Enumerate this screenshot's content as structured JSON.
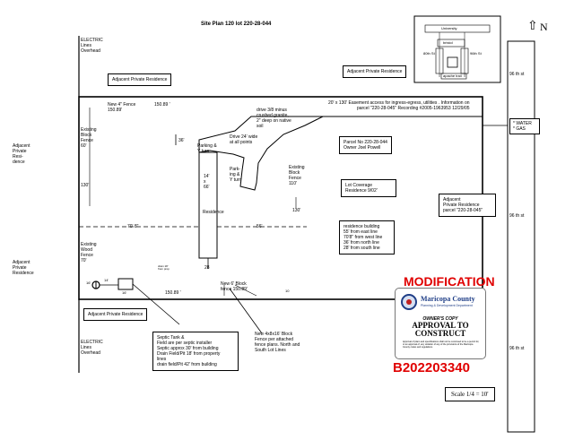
{
  "title": "Site Plan 120 lot 220-28-044",
  "north": {
    "arrow": "⇧",
    "label": "N"
  },
  "vicinity": {
    "top": "University",
    "middle": "bristol",
    "left_road": "80th St",
    "right_road": "96th St",
    "bottom": "apache trail"
  },
  "electric_top": "ELECTRIC\nLines\nOverhead",
  "electric_bottom": "ELECTRIC\nLines\nOverhead",
  "adjacent": {
    "top_left": "Adjacent Private Residence",
    "top_right": "Adjacent Private Residence",
    "left_upper": "Adjacent\nPrivate\nResi-\ndence",
    "left_lower": "Adjacent\nPrivate\nResidence",
    "bottom_left": "Adjacent Private Residence",
    "right": "Adjacent\nPrivate Residence\nparcel \"220-28-045\""
  },
  "street": {
    "s1": "96 th st",
    "s2": "96 th st",
    "s3": "96 th st"
  },
  "utilities": "* WATER\n* GAS",
  "easement": "20' x 130' Easement access for ingress-egress, utilities . Information on\nparcel \"220-28-045\" Recording #2005-1963953 12/29/05",
  "fence_top": "New 4\" Fence\n150.89'",
  "dim_top": "150.89 '",
  "drive_surface": "drive 3/8 minus\ncrushed granite,\n2\" deep on native\nsoil",
  "drive_width": "Drive 24' wide\nat all points",
  "parking1": "Parking &\nY turn",
  "parking2": "Park-\ning &\nY turn",
  "dim_36": "36'",
  "existing_left": "Existing\nBlock\nFence\n60'",
  "existing_right": "Existing\nBlock\nFence\n110'",
  "existing_wood": "Existing\nWood\nFence\n70'",
  "dim_130_left": "130'",
  "dim_130_right": "130'",
  "residence_dims": "14'\nx\n66'",
  "residence": "Residence",
  "dim_70": "70' 8\"",
  "dim_56": "56'",
  "dim_28": "28",
  "dim_bottom": "150.89 '",
  "dim_14": "14'",
  "dim_16a": "16'",
  "dim_16b": "16'",
  "dim_10": "10",
  "tiny_note": "drain 18'\nfrom prop",
  "parcel": "Parcel No 220-28-044\nOwner Joel Powell",
  "coverage": "Lot Coverage\nResidence 9/02'",
  "setbacks": "residence building\n55' from east line\n70'8\" from west line\n36' from north line\n28' from south line",
  "new_block_fence": "New 6' Block\nfence 150.89'",
  "septic": "Septic Tank &\nField are per septic installer\nSeptic approx 30' from building\nDrain Field/Pit 18' from property\nlines\ndrain field/Pit 42' from building",
  "fence_note": "New 4x8x16' Block\nFence per attached\nfence plans. North and\nSouth Lot Lines",
  "modification": "MODIFICATION",
  "county": {
    "name": "Maricopa County",
    "dept": "Planning & Development Department"
  },
  "approval": {
    "owners_copy": "OWNER'S COPY",
    "line1": "APPROVAL TO",
    "line2": "CONSTRUCT",
    "fine": "Approval of plans and specifications shall not be construed to be a permit for, or an approval of, any violation of any of the provisions of the Maricopa County codes and regulations."
  },
  "permit_number": "B202203340",
  "scale": "Scale 1/4 = 10'",
  "colors": {
    "stamp_red": "#e00000",
    "county_blue": "#1f3e87"
  }
}
